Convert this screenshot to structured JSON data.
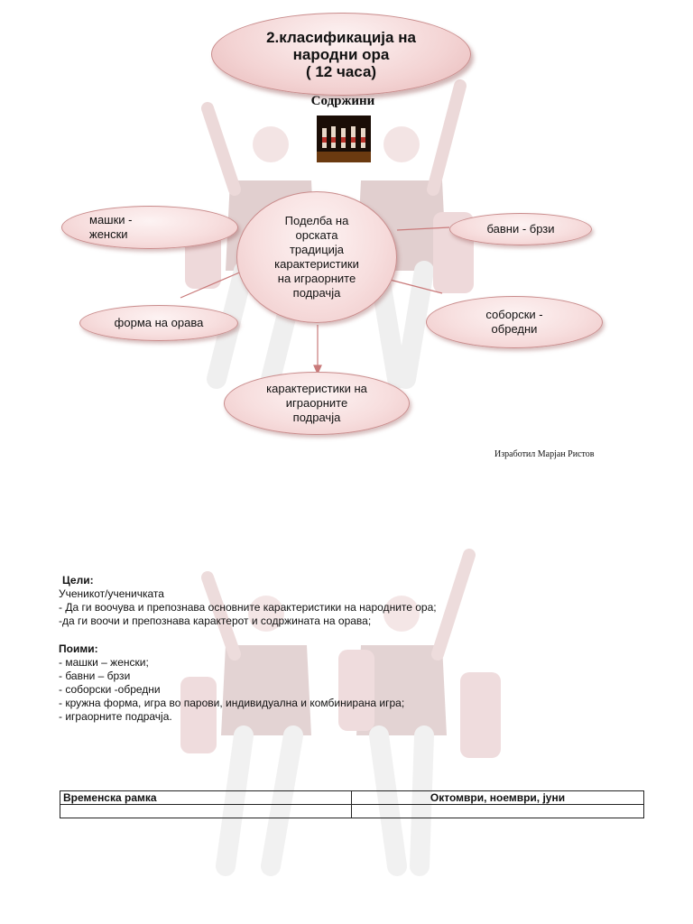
{
  "diagram": {
    "title_lines": [
      "2.класификација на",
      "народни ора",
      "( 12 часа)"
    ],
    "subtitle": "Содржини",
    "center_lines": [
      "Поделба на",
      "орската",
      "традиција",
      "карактеристики",
      "на играорните",
      "подрачја"
    ],
    "nodes": {
      "male_female": [
        "машки -",
        "женски"
      ],
      "slow_fast": [
        "бавни - брзи"
      ],
      "dance_form": [
        "форма на орава"
      ],
      "gathering_ritual": [
        "соборски -",
        "обредни"
      ],
      "regions": [
        "карактеристики на",
        "играорните",
        "подрачја"
      ]
    },
    "author": "Изработил Марјан Ристов"
  },
  "goals": {
    "heading": "Цели:",
    "subject": "Ученикот/ученичката",
    "items": [
      "- Да ги воочува и препознава основните карактеристики на народните ора;",
      "-да ги воочи и препознава карактерот и содржината на орава;"
    ]
  },
  "concepts": {
    "heading": "Поими:",
    "items": [
      "- машки – женски;",
      "- бавни – брзи",
      "- соборски -обредни",
      "-  кружна форма, игра во парови, индивидуална и комбинирана игра;",
      "- играорните подрачја."
    ]
  },
  "time_frame": {
    "label": "Временска рамка",
    "value": "Октомври, ноември, јуни"
  },
  "colors": {
    "ellipse_fill": "#f7dede",
    "ellipse_border": "#c98c8c",
    "arrow": "#c97a7a",
    "costume_red": "#a0444a"
  }
}
